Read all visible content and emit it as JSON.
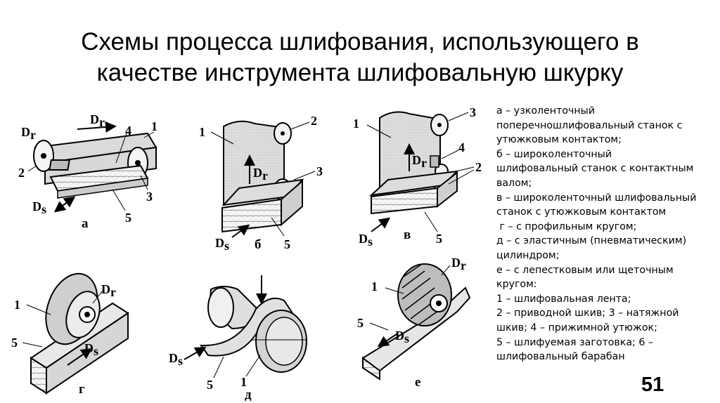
{
  "title": {
    "line1": "Схемы процесса шлифования, использующего в",
    "line2": "качестве инструмента шлифовальную шкурку"
  },
  "legend": [
    "а – узколенточный",
    "поперечношлифовальный станок с",
    "утюжковым контактом;",
    "б – широколенточный",
    "шлифовальный станок с контактным",
    "валом;",
    "в – широколенточный шлифовальный",
    "станок с утюжковым контактом",
    " г – с профильным кругом;",
    "д – с эластичным (пневматическим)",
    "цилиндром;",
    "е – с лепестковым или щеточным",
    "кругом:",
    "1 – шлифовальная лента;",
    "2 – приводной шкив; 3 – натяжной",
    "шкив; 4 – прижимной утюжок;",
    "5 – шлифуемая заготовка; 6 –",
    "шлифовальный барабан"
  ],
  "page_number": "51",
  "drawings": {
    "a": {
      "caption": "а",
      "n1": "1",
      "n2": "2",
      "n3": "3",
      "n4": "4",
      "n5": "5",
      "dr": "D",
      "dr_sub": "r",
      "ds": "D",
      "ds_sub": "s"
    },
    "b": {
      "caption": "б",
      "n1": "1",
      "n2": "2",
      "n3": "3",
      "n5": "5",
      "dr": "D",
      "dr_sub": "r",
      "ds": "D",
      "ds_sub": "s"
    },
    "v": {
      "caption": "в",
      "n1": "1",
      "n2": "2",
      "n3": "3",
      "n4": "4",
      "n5": "5",
      "dr": "D",
      "dr_sub": "r",
      "ds": "D",
      "ds_sub": "s"
    },
    "g": {
      "caption": "г",
      "n1": "1",
      "n5": "5",
      "dr": "D",
      "dr_sub": "r",
      "ds": "D",
      "ds_sub": "s"
    },
    "d": {
      "caption": "д",
      "n1": "1",
      "n5": "5",
      "ds": "D",
      "ds_sub": "s"
    },
    "e": {
      "caption": "е",
      "n1": "1",
      "n5": "5",
      "dr": "D",
      "dr_sub": "r",
      "ds": "D",
      "ds_sub": "s"
    }
  }
}
